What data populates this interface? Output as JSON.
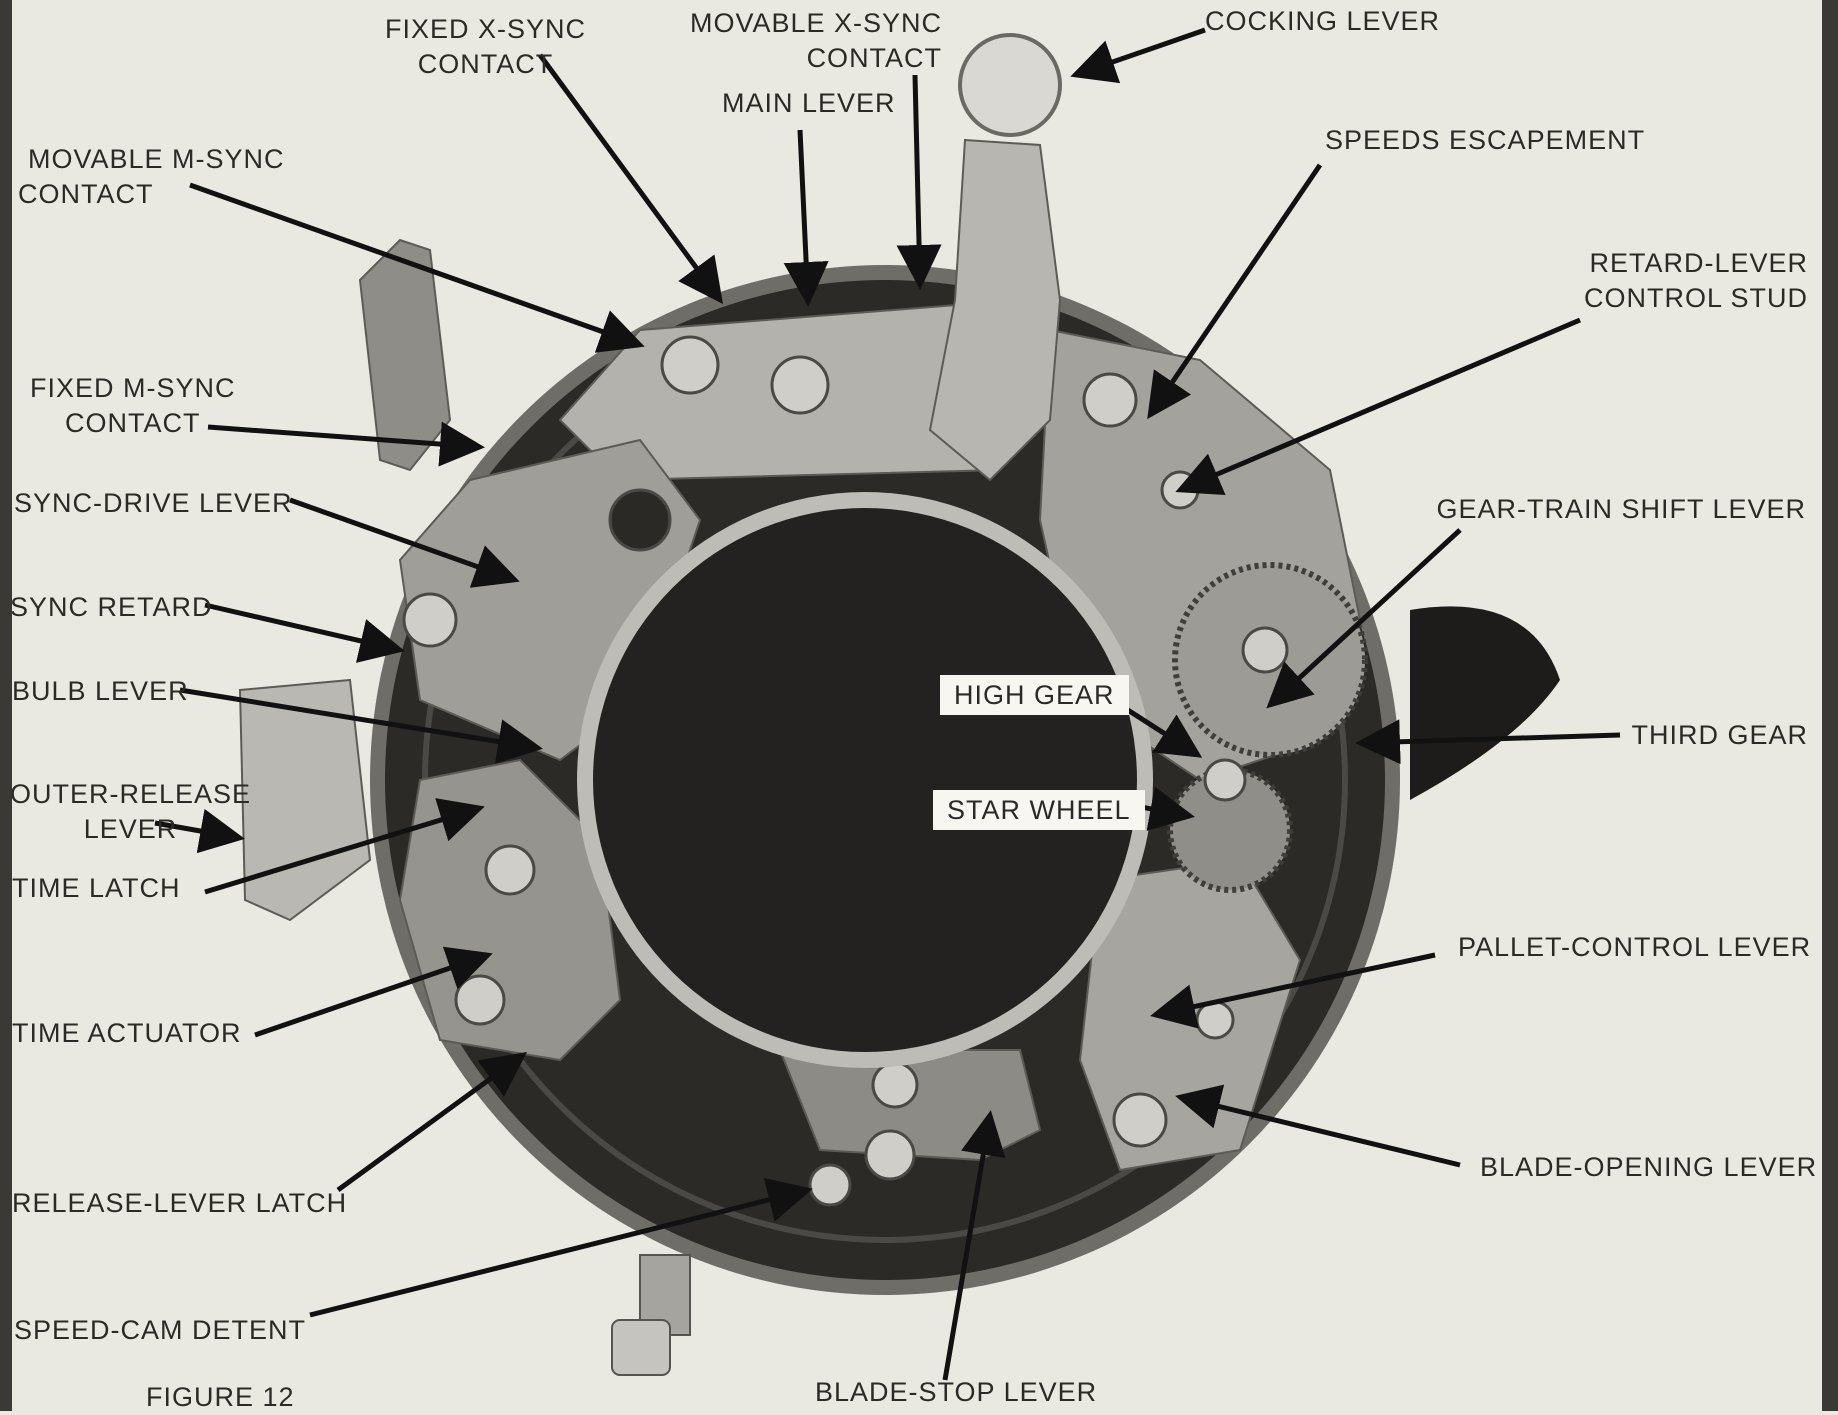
{
  "figure": {
    "caption": "FIGURE 12"
  },
  "labels": {
    "fixed_x_sync": [
      "FIXED X-SYNC",
      "CONTACT"
    ],
    "movable_x_sync": [
      "MOVABLE X-SYNC",
      "CONTACT"
    ],
    "cocking_lever": "COCKING LEVER",
    "main_lever": "MAIN LEVER",
    "movable_m_sync": [
      "MOVABLE M-SYNC",
      "CONTACT"
    ],
    "speeds_escapement": "SPEEDS ESCAPEMENT",
    "retard_lever_control_stud": [
      "RETARD-LEVER",
      "CONTROL STUD"
    ],
    "fixed_m_sync": [
      "FIXED M-SYNC",
      "CONTACT"
    ],
    "sync_drive_lever": "SYNC-DRIVE LEVER",
    "gear_train_shift_lever": "GEAR-TRAIN SHIFT LEVER",
    "sync_retard": "SYNC RETARD",
    "high_gear": "HIGH GEAR",
    "bulb_lever": "BULB LEVER",
    "third_gear": "THIRD GEAR",
    "outer_release_lever": [
      "OUTER-RELEASE",
      "LEVER"
    ],
    "star_wheel": "STAR WHEEL",
    "time_latch": "TIME LATCH",
    "pallet_control_lever": "PALLET-CONTROL LEVER",
    "time_actuator": "TIME ACTUATOR",
    "blade_opening_lever": "BLADE-OPENING LEVER",
    "release_lever_latch": "RELEASE-LEVER LATCH",
    "speed_cam_detent": "SPEED-CAM DETENT",
    "blade_stop_lever": "BLADE-STOP LEVER"
  }
}
